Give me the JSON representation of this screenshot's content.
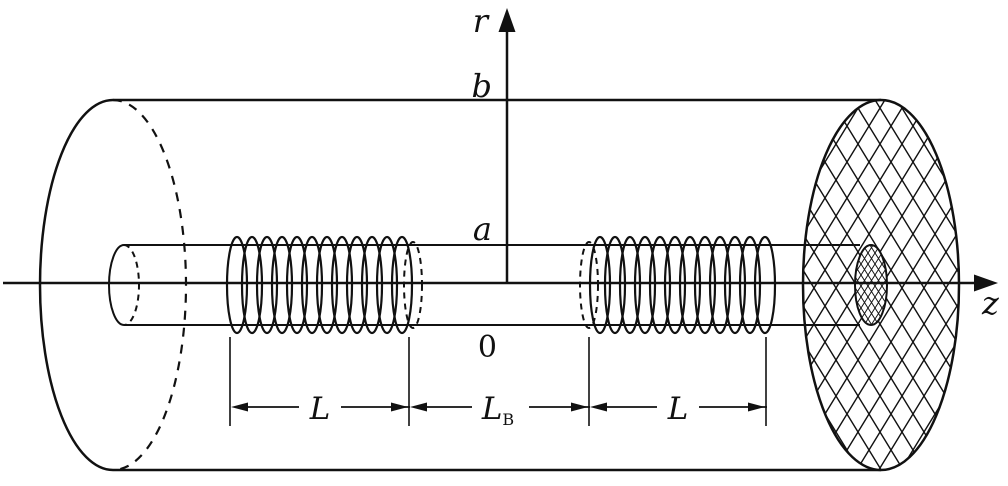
{
  "figure": {
    "background": "#ffffff",
    "ink": "#111111",
    "description": "Cross-section diagram of a coaxial cylindrical structure: outer cylinder of radius b, inner conductor of radius a along the z axis, with two helical coil sections of length L separated by a gap of length LB, hatched end caps at right."
  },
  "axes": {
    "vertical_label": "r",
    "horizontal_label": "z",
    "origin_label": "0"
  },
  "radii": {
    "outer_label": "b",
    "inner_label": "a"
  },
  "dimensions": {
    "left_coil_label": "L",
    "gap_label_main": "L",
    "gap_label_sub": "B",
    "right_coil_label": "L"
  }
}
